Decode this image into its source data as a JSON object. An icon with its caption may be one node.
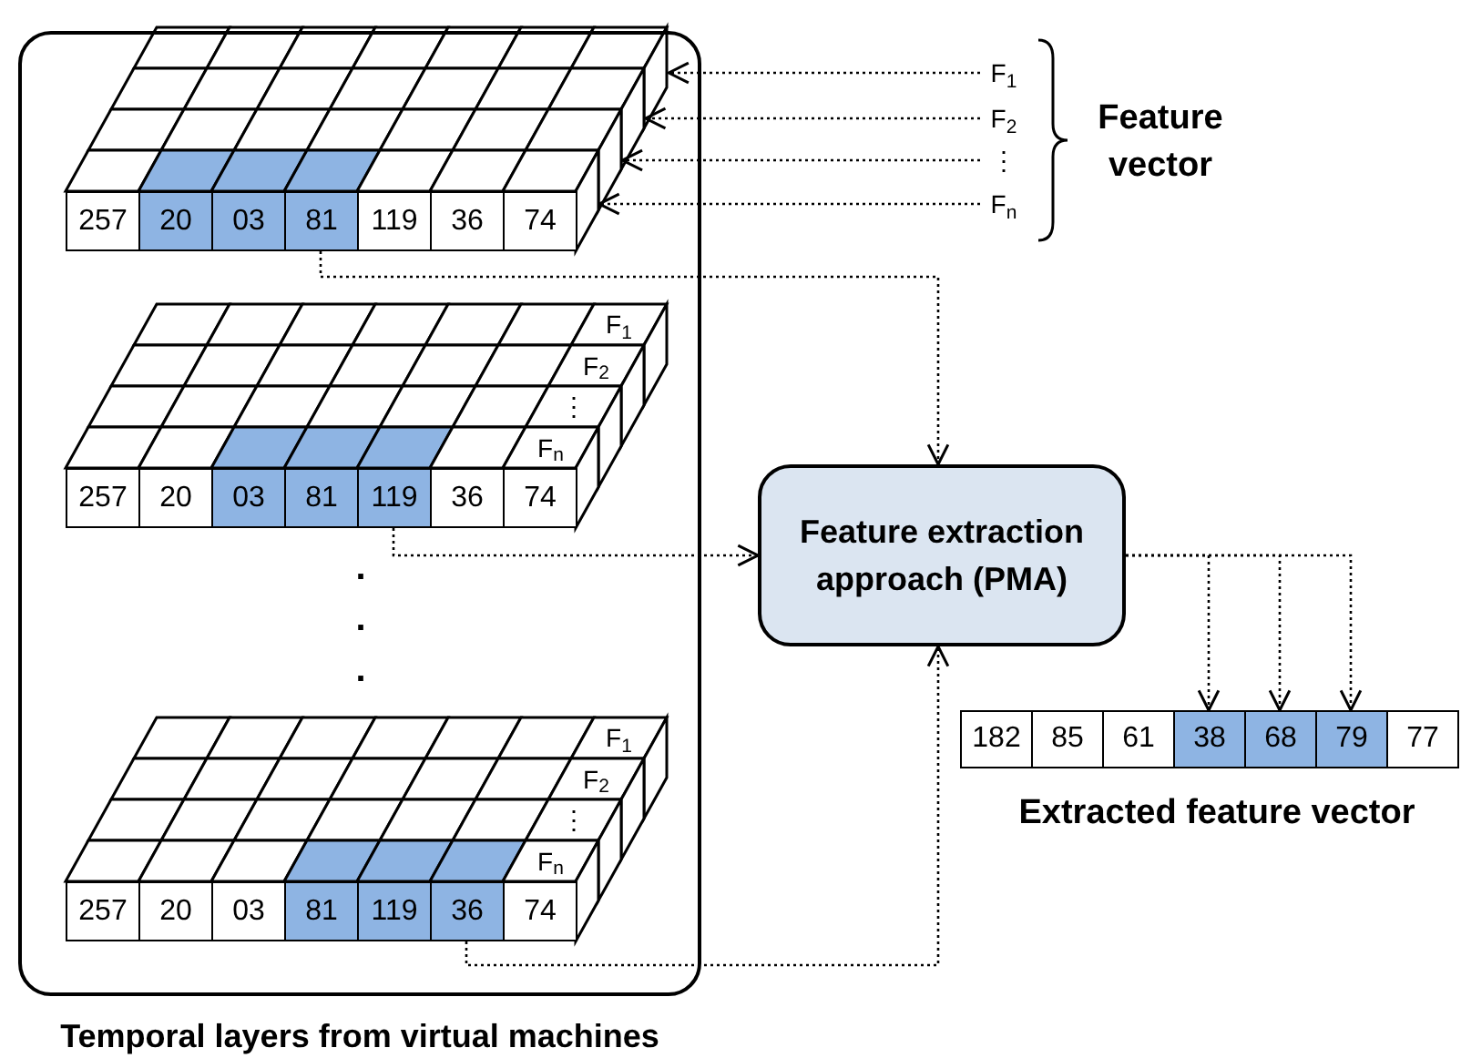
{
  "diagram": {
    "nodes": [
      {
        "text": [
          "Temporal layers from virtual machines"
        ]
      },
      {
        "text": [
          "257"
        ],
        "in": 0
      },
      {
        "text": [
          "20"
        ],
        "in": 0
      },
      {
        "text": [
          "03"
        ],
        "in": 0
      },
      {
        "text": [
          "81"
        ],
        "in": 0
      },
      {
        "text": [
          "119"
        ],
        "in": 0
      },
      {
        "text": [
          "36"
        ],
        "in": 0
      },
      {
        "text": [
          "74"
        ],
        "in": 0
      },
      {
        "text": [
          "257"
        ],
        "in": 0
      },
      {
        "text": [
          "20"
        ],
        "in": 0
      },
      {
        "text": [
          "03"
        ],
        "in": 0
      },
      {
        "text": [
          "81"
        ],
        "in": 0
      },
      {
        "text": [
          "119"
        ],
        "in": 0
      },
      {
        "text": [
          "36"
        ],
        "in": 0
      },
      {
        "text": [
          "74"
        ],
        "in": 0
      },
      {
        "text": [
          "257"
        ],
        "in": 0
      },
      {
        "text": [
          "20"
        ],
        "in": 0
      },
      {
        "text": [
          "03"
        ],
        "in": 0
      },
      {
        "text": [
          "81"
        ],
        "in": 0
      },
      {
        "text": [
          "119"
        ],
        "in": 0
      },
      {
        "text": [
          "36"
        ],
        "in": 0
      },
      {
        "text": [
          "74"
        ],
        "in": 0
      },
      {
        "text": [
          "Feature extraction approach (PMA)"
        ]
      },
      {
        "text": [
          "182"
        ]
      },
      {
        "text": [
          "85"
        ]
      },
      {
        "text": [
          "61"
        ]
      },
      {
        "text": [
          "38"
        ]
      },
      {
        "text": [
          "68"
        ]
      },
      {
        "text": [
          "79"
        ]
      },
      {
        "text": [
          "77"
        ]
      },
      {
        "text": [
          "F$_{1}$"
        ]
      },
      {
        "text": [
          "F$_{2}$"
        ]
      },
      {
        "text": [
          "⋮"
        ]
      },
      {
        "text": [
          "F$_{n}$"
        ]
      }
    ],
    "edges": [
      {
        "from": 30,
        "to": 0,
        "arrow": "to"
      },
      {
        "from": 31,
        "to": 0,
        "arrow": "to"
      },
      {
        "from": 32,
        "to": null,
        "arrow": "to"
      },
      {
        "from": 33,
        "to": 7,
        "arrow": "to"
      },
      {
        "from": 4,
        "to": 22,
        "arrow": "to"
      },
      {
        "from": 12,
        "to": 22,
        "arrow": "to"
      },
      {
        "from": 20,
        "to": 22,
        "arrow": "to"
      },
      {
        "from": 22,
        "to": 26,
        "arrow": "to"
      },
      {
        "from": 22,
        "to": 27,
        "arrow": "to"
      },
      {
        "from": 22,
        "to": 28,
        "arrow": "to"
      }
    ],
    "labels": [
      "Feature vector",
      "F$_{1}$",
      "F$_{2}$",
      "⋮",
      "F$_{n}$",
      ".",
      ".",
      ".",
      "Extracted feature vector",
      "F$_{1}$",
      "F$_{2}$",
      "⋮",
      "F$_{n}$"
    ]
  }
}
